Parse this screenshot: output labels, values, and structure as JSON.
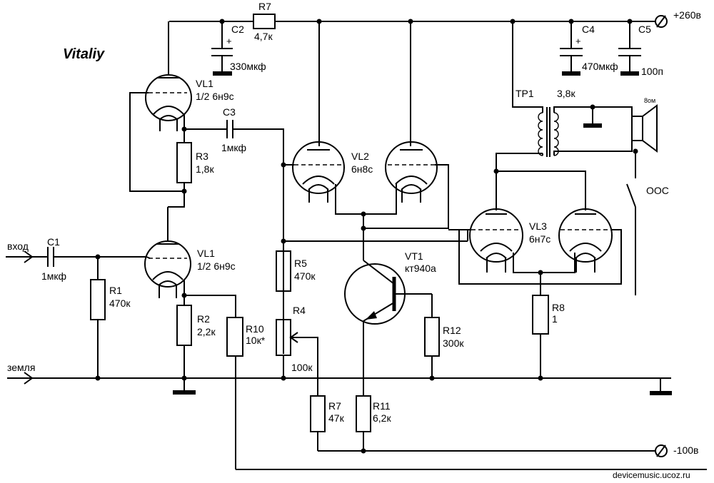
{
  "author": "Vitaliy",
  "footer": "devicemusic.ucoz.ru",
  "terminals": {
    "vplus": "+260в",
    "vminus": "-100в",
    "input": "вход",
    "ground": "земля",
    "feedback": "ООС",
    "speaker": "8ом"
  },
  "parts": {
    "R1": {
      "ref": "R1",
      "value": "470к"
    },
    "R2": {
      "ref": "R2",
      "value": "2,2к"
    },
    "R3": {
      "ref": "R3",
      "value": "1,8к"
    },
    "R4": {
      "ref": "R4",
      "value": "100к"
    },
    "R5": {
      "ref": "R5",
      "value": "470к"
    },
    "R7a": {
      "ref": "R7",
      "value": "4,7к"
    },
    "R7b": {
      "ref": "R7",
      "value": "47к"
    },
    "R8": {
      "ref": "R8",
      "value": "1"
    },
    "R10": {
      "ref": "R10",
      "value": "10к*"
    },
    "R11": {
      "ref": "R11",
      "value": "6,2к"
    },
    "R12": {
      "ref": "R12",
      "value": "300к"
    },
    "C1": {
      "ref": "C1",
      "value": "1мкф"
    },
    "C2": {
      "ref": "C2",
      "value": "330мкф"
    },
    "C3": {
      "ref": "C3",
      "value": "1мкф"
    },
    "C4": {
      "ref": "C4",
      "value": "470мкф"
    },
    "C5": {
      "ref": "C5",
      "value": "100п"
    },
    "VL1a": {
      "ref": "VL1",
      "value": "1/2 6н9с"
    },
    "VL1b": {
      "ref": "VL1",
      "value": "1/2 6н9с"
    },
    "VL2": {
      "ref": "VL2",
      "value": "6н8с"
    },
    "VL3": {
      "ref": "VL3",
      "value": "6н7с"
    },
    "VT1": {
      "ref": "VT1",
      "value": "кт940а"
    },
    "TP1": {
      "ref": "TP1",
      "value": "3,8к"
    }
  }
}
